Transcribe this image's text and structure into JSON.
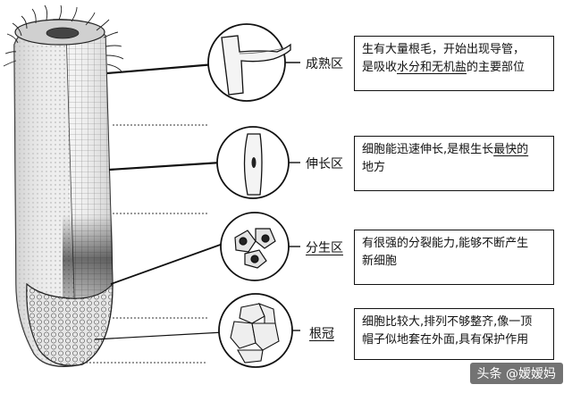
{
  "zones": [
    {
      "label": "成熟区",
      "label_underlined": false,
      "desc_lines": [
        [
          {
            "t": "生有大量根毛，开始出现导管，",
            "u": false
          }
        ],
        [
          {
            "t": "是吸收",
            "u": false
          },
          {
            "t": "水分和无机盐",
            "u": true
          },
          {
            "t": "的主要部位",
            "u": false
          }
        ]
      ]
    },
    {
      "label": "伸长区",
      "label_underlined": false,
      "desc_lines": [
        [
          {
            "t": "细胞能迅速伸长,是根生长",
            "u": false
          },
          {
            "t": "最快的",
            "u": true
          }
        ],
        [
          {
            "t": "地方",
            "u": false
          }
        ]
      ]
    },
    {
      "label": "分生区",
      "label_underlined": true,
      "desc_lines": [
        [
          {
            "t": "有很强的分裂能力,能够不断产生",
            "u": false
          }
        ],
        [
          {
            "t": "新细胞",
            "u": false
          }
        ]
      ]
    },
    {
      "label": "根冠",
      "label_underlined": true,
      "desc_lines": [
        [
          {
            "t": "细胞比较大,排列不够整齐,像一顶",
            "u": false
          }
        ],
        [
          {
            "t": "帽子似地套在外面,具有保护作用",
            "u": false
          }
        ]
      ]
    }
  ],
  "watermark": "头条 @嫒嫒妈"
}
